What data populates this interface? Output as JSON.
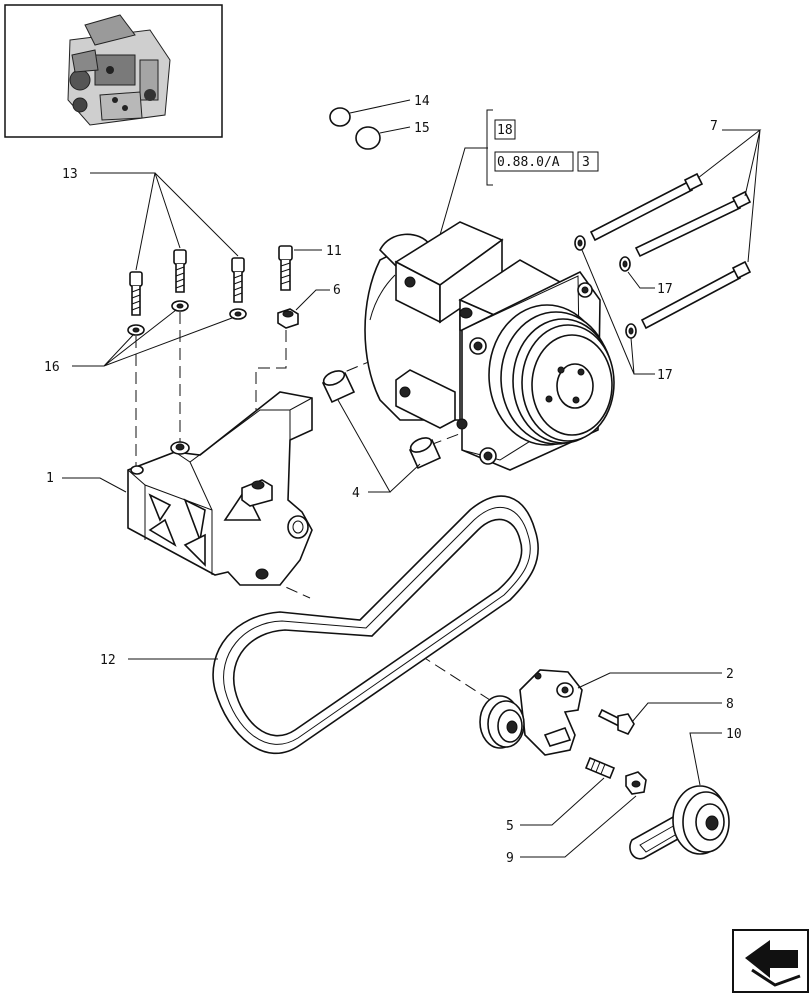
{
  "callouts": {
    "c1": "1",
    "c2": "2",
    "c4": "4",
    "c5": "5",
    "c6": "6",
    "c7": "7",
    "c8": "8",
    "c9": "9",
    "c10": "10",
    "c11": "11",
    "c12": "12",
    "c13": "13",
    "c14": "14",
    "c15": "15",
    "c16": "16",
    "c17a": "17",
    "c17b": "17"
  },
  "reference": {
    "page": "18",
    "code": "0.88.0/A",
    "sheet": "3"
  },
  "icons": {
    "thumbnail": "engine-thumbnail-icon",
    "nav": "next-page-arrow-icon"
  },
  "colors": {
    "ink": "#111111",
    "paper": "#ffffff"
  }
}
